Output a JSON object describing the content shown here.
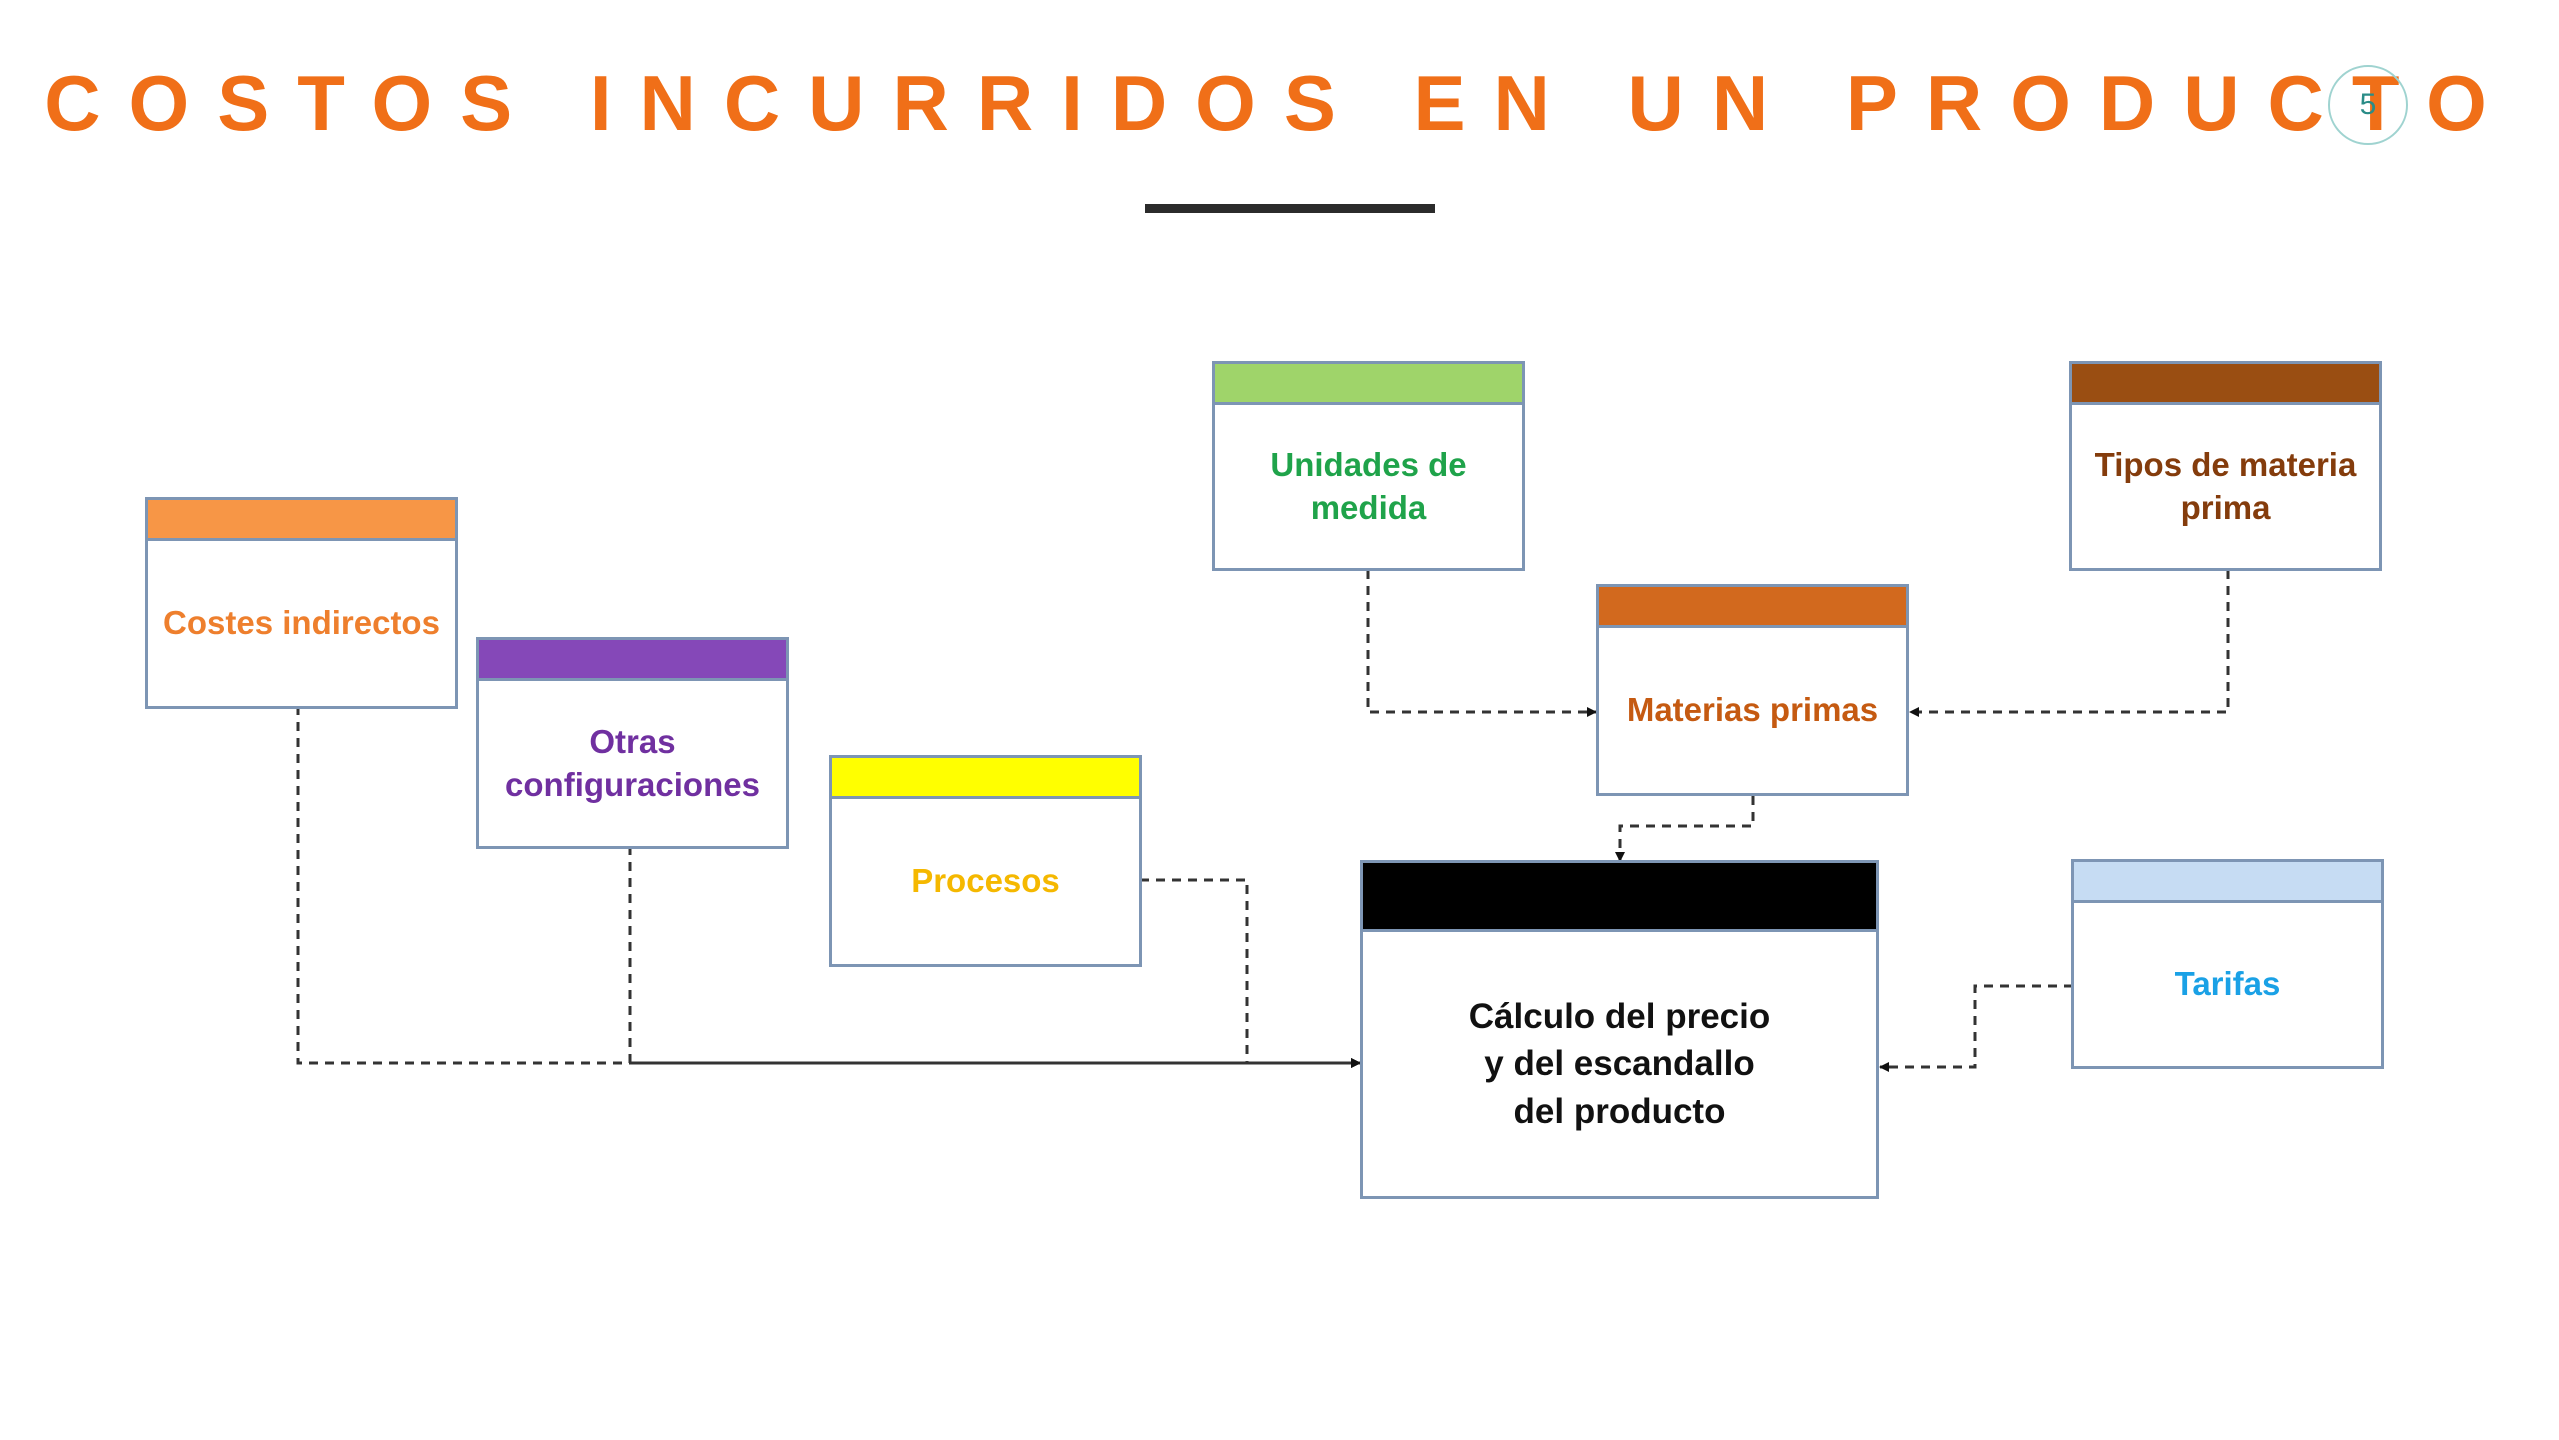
{
  "slide": {
    "title": "COSTOS INCURRIDOS EN UN PRODUCTO",
    "page_number": "5",
    "accent_color": "#f06f18"
  },
  "diagram": {
    "boxes": {
      "costes": {
        "label": "Costes indirectos",
        "header_color": "#f79646"
      },
      "otras": {
        "label": "Otras\nconfiguraciones",
        "header_color": "#8548b8"
      },
      "procesos": {
        "label": "Procesos",
        "header_color": "#ffff00"
      },
      "unidades": {
        "label": "Unidades de medida",
        "header_color": "#9fd46a"
      },
      "tipos": {
        "label": "Tipos de materia\nprima",
        "header_color": "#9a4e12"
      },
      "materias": {
        "label": "Materias primas",
        "header_color": "#d2691e"
      },
      "calculo": {
        "label": "Cálculo del precio\ny del escandallo\ndel producto",
        "header_color": "#000000"
      },
      "tarifas": {
        "label": "Tarifas",
        "header_color": "#c6dcf3"
      }
    },
    "connector_style": "dashed"
  }
}
